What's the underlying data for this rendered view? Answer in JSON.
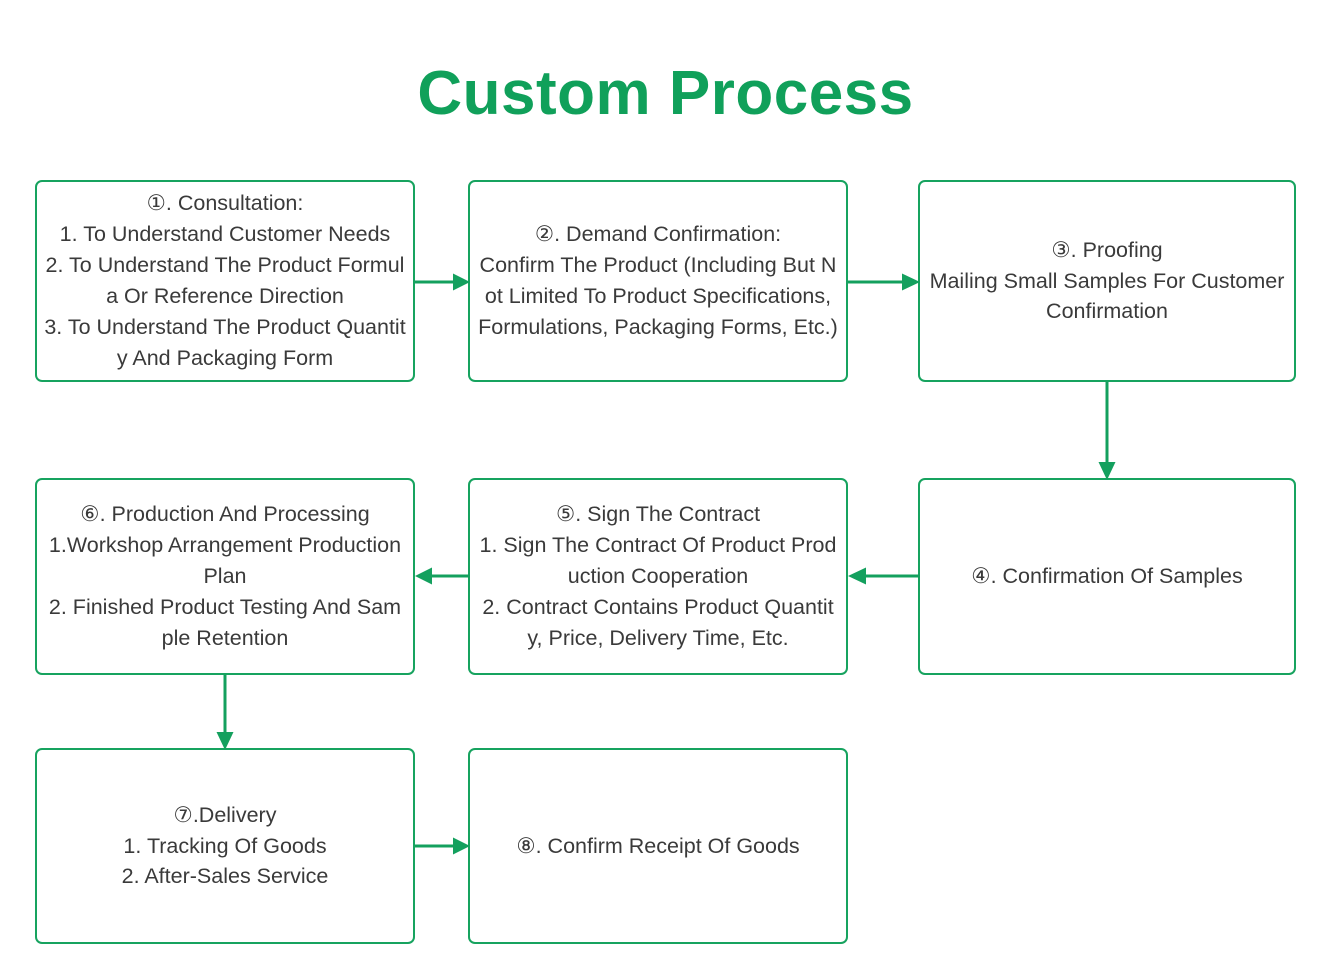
{
  "title": "Custom Process",
  "theme": {
    "accent_green": "#10a05a",
    "border_green": "#17a35f",
    "arrow_green": "#14a05e",
    "text_color": "#3a3a3a",
    "background": "#ffffff"
  },
  "diagram_data": {
    "type": "flowchart",
    "title": "Custom Process",
    "node_count": 8,
    "layout": "3-column serpentine grid",
    "nodes": [
      {
        "id": "box-1",
        "number": "①",
        "heading": "①. Consultation:",
        "text": "①. Consultation:\n1. To Understand Customer Needs\n2. To Understand The Product Formula Or Reference Direction\n3. To Understand The Product Quantity And Packaging Form",
        "row": 1,
        "column": 1
      },
      {
        "id": "box-2",
        "number": "②",
        "heading": "②. Demand Confirmation:",
        "text": "②. Demand Confirmation:\nConfirm The Product (Including But Not Limited To Product Specifications, Formulations, Packaging Forms, Etc.)",
        "row": 1,
        "column": 2
      },
      {
        "id": "box-3",
        "number": "③",
        "heading": "③. Proofing",
        "text": "③. Proofing\nMailing Small Samples For Customer Confirmation",
        "row": 1,
        "column": 3
      },
      {
        "id": "box-4",
        "number": "④",
        "heading": "④. Confirmation Of Samples",
        "text": "④. Confirmation Of Samples",
        "row": 2,
        "column": 3
      },
      {
        "id": "box-5",
        "number": "⑤",
        "heading": "⑤. Sign The Contract",
        "text": "⑤. Sign The Contract\n1. Sign The Contract Of Product Production Cooperation\n2. Contract Contains Product Quantity, Price, Delivery Time, Etc.",
        "row": 2,
        "column": 2
      },
      {
        "id": "box-6",
        "number": "⑥",
        "heading": "⑥. Production And Processing",
        "text": "⑥. Production And Processing\n1.Workshop Arrangement Production Plan\n2. Finished Product Testing And Sample Retention",
        "row": 2,
        "column": 1
      },
      {
        "id": "box-7",
        "number": "⑦",
        "heading": "⑦.Delivery",
        "text": "⑦.Delivery\n1. Tracking Of Goods\n2. After-Sales Service",
        "row": 3,
        "column": 1
      },
      {
        "id": "box-8",
        "number": "⑧",
        "heading": "⑧. Confirm Receipt Of Goods",
        "text": "⑧. Confirm Receipt Of Goods",
        "row": 3,
        "column": 2
      }
    ],
    "edges": [
      {
        "id": "arrow-1-2",
        "from": "box-1",
        "to": "box-2",
        "direction": "right"
      },
      {
        "id": "arrow-2-3",
        "from": "box-2",
        "to": "box-3",
        "direction": "right"
      },
      {
        "id": "arrow-3-4",
        "from": "box-3",
        "to": "box-4",
        "direction": "down"
      },
      {
        "id": "arrow-4-5",
        "from": "box-4",
        "to": "box-5",
        "direction": "left"
      },
      {
        "id": "arrow-5-6",
        "from": "box-5",
        "to": "box-6",
        "direction": "left"
      },
      {
        "id": "arrow-6-7",
        "from": "box-6",
        "to": "box-7",
        "direction": "down"
      },
      {
        "id": "arrow-7-8",
        "from": "box-7",
        "to": "box-8",
        "direction": "right"
      }
    ]
  }
}
